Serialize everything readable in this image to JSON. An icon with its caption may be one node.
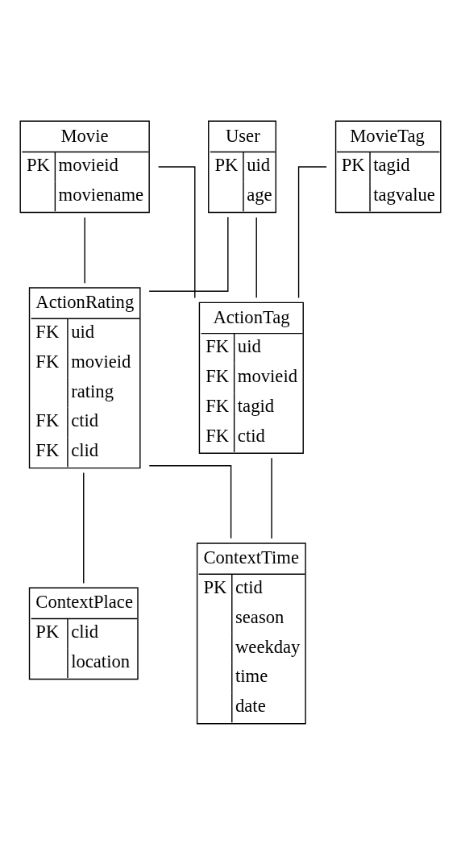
{
  "diagram": {
    "nodes": [
      {
        "text": [
          "User",
          "PK",
          "uid",
          "age"
        ]
      },
      {
        "text": [
          "Movie",
          "PK",
          "movieid",
          "moviename"
        ]
      },
      {
        "text": [
          "MovieTag",
          "PK",
          "tagid",
          "tagvalue"
        ]
      },
      {
        "text": [
          "ActionRating",
          "FK",
          "uid",
          "FK",
          "movieid",
          "rating",
          "FK",
          "ctid",
          "FK",
          "clid"
        ]
      },
      {
        "text": [
          "ActionTag",
          "FK",
          "uid",
          "FK",
          "movieid",
          "FK",
          "tagid",
          "FK",
          "ctid"
        ]
      },
      {
        "text": [
          "ContextPlace",
          "PK",
          "clid",
          "location"
        ]
      },
      {
        "text": [
          "ContextTime",
          "PK",
          "ctid",
          "season",
          "weekday",
          "time",
          "date"
        ]
      }
    ],
    "edges": [
      {
        "from": 0,
        "to": 3,
        "arrow": "none"
      },
      {
        "from": 0,
        "to": 4,
        "arrow": "none"
      },
      {
        "from": 1,
        "to": 3,
        "arrow": "none"
      },
      {
        "from": 1,
        "to": 4,
        "arrow": "none"
      },
      {
        "from": 2,
        "to": 4,
        "arrow": "none"
      },
      {
        "from": 3,
        "to": 5,
        "arrow": "none"
      },
      {
        "from": 3,
        "to": 6,
        "arrow": "none"
      },
      {
        "from": 4,
        "to": 6,
        "arrow": "none"
      }
    ]
  }
}
